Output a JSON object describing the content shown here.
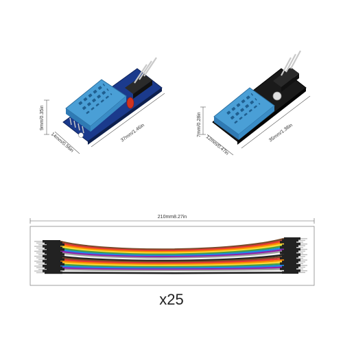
{
  "product": {
    "module_a": {
      "height_label": "9mm/0.35in",
      "width_label": "14mm/0.56in",
      "length_label": "37mm/1.46in"
    },
    "module_b": {
      "height_label": "7mm/0.28in",
      "width_label": "12mm/0.47in",
      "length_label": "35mm/1.38in"
    },
    "cables": {
      "length_label": "210mm8.27in",
      "quantity_label": "x25",
      "wire_colors": [
        "#7a4a2a",
        "#e53935",
        "#fb8c00",
        "#fdd835",
        "#43a047",
        "#1e88e5",
        "#8e24aa",
        "#9e9e9e",
        "#f5f5f5",
        "#212121"
      ]
    }
  },
  "colors": {
    "sensor_blue": "#4a9fd6",
    "board_blue": "#1b3a8c",
    "board_black": "#1a1a1a",
    "pin_dark": "#2a2a2a",
    "metal": "#c9c9c9"
  }
}
